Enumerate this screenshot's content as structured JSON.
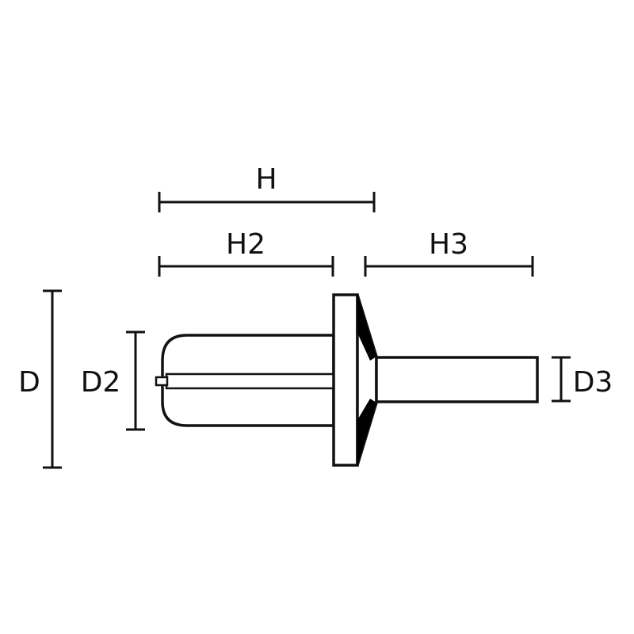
{
  "diagram": {
    "labels": {
      "H": "H",
      "H2": "H2",
      "H3": "H3",
      "D": "D",
      "D2": "D2",
      "D3": "D3"
    },
    "colors": {
      "line": "#111111",
      "fill_dark": "#000000",
      "background": "#ffffff"
    }
  }
}
